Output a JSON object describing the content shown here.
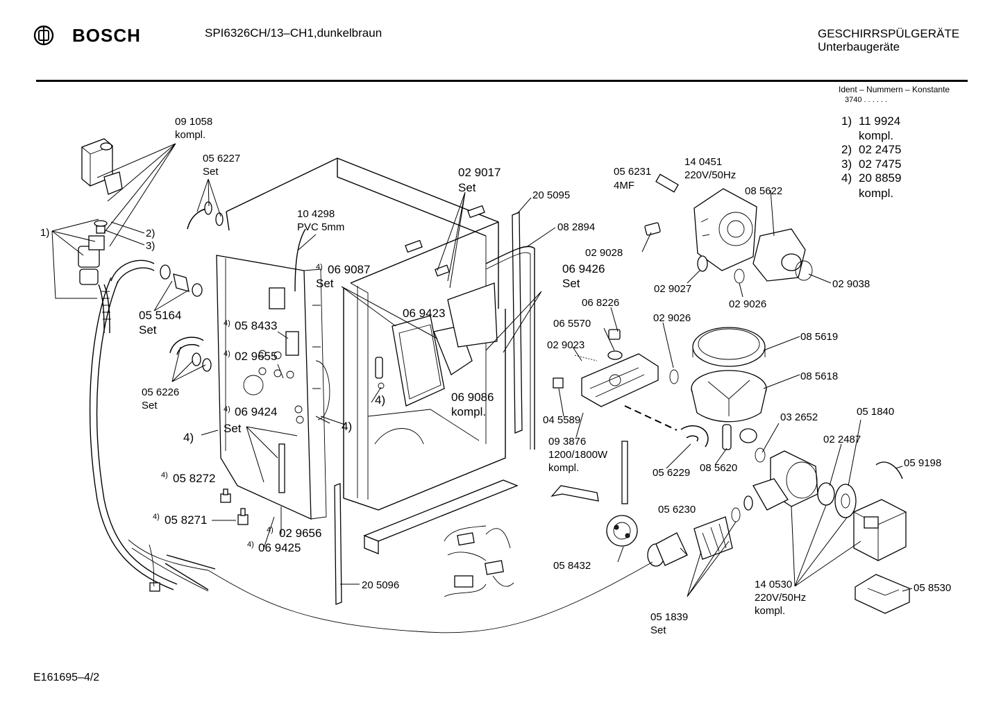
{
  "header": {
    "brand": "BOSCH",
    "model": "SPI6326CH/13–CH1,dunkelbraun",
    "category_main": "GESCHIRRSPÜLGERÄTE",
    "category_sub": "Unterbaugeräte",
    "ident_title": "Ident – Nummern – Konstante",
    "ident_code": "3740 . .   . . . ."
  },
  "footer": {
    "drawing_id": "E161695–4/2"
  },
  "side_list": [
    {
      "n": "1)",
      "num": "11 9924",
      "sub": "kompl."
    },
    {
      "n": "2)",
      "num": "02 2475",
      "sub": ""
    },
    {
      "n": "3)",
      "num": "02 7475",
      "sub": ""
    },
    {
      "n": "4)",
      "num": "20 8859",
      "sub": "kompl."
    }
  ],
  "labels": {
    "p091058": "09 1058",
    "p091058s": "kompl.",
    "p056227": "05 6227",
    "p056227s": "Set",
    "r1": "1)",
    "r2": "2)",
    "r3": "3)",
    "p055164": "05 5164",
    "p055164s": "Set",
    "p056226": "05 6226",
    "p056226s": "Set",
    "p104298": "10 4298",
    "p104298s": "PVC 5mm",
    "p069087": "06 9087",
    "p069087s": "Set",
    "p058433": "05 8433",
    "p029655": "02 9655",
    "p069424": "06 9424",
    "p069424s": "Set",
    "left4": "4)",
    "p058272": "05 8272",
    "p058271": "05 8271",
    "p029656": "02 9656",
    "p069425": "06 9425",
    "p029017": "02 9017",
    "p029017s": "Set",
    "p205095": "20 5095",
    "p082894": "08 2894",
    "p069423": "06 9423",
    "p069426": "06 9426",
    "p069426s": "Set",
    "p069086": "06 9086",
    "p069086s": "kompl.",
    "mid4a": "4)",
    "mid4b": "4)",
    "p205096": "20 5096",
    "p056231": "05 6231",
    "p056231s": "4MF",
    "p140451": "14 0451",
    "p140451s": "220V/50Hz",
    "p085622": "08 5622",
    "p029028": "02 9028",
    "p029027": "02 9027",
    "p029026a": "02 9026",
    "p029038": "02 9038",
    "p068226": "06 8226",
    "p065570": "06 5570",
    "p029023": "02 9023",
    "p029026b": "02 9026",
    "p085619": "08 5619",
    "p085618": "08 5618",
    "p045589": "04 5589",
    "p093876": "09 3876",
    "p093876a": "1200/1800W",
    "p093876b": "kompl.",
    "p032652": "03 2652",
    "p051840": "05 1840",
    "p022487": "02 2487",
    "p059198": "05 9198",
    "p056229": "05 6229",
    "p085620": "08 5620",
    "p056230": "05 6230",
    "p058432": "05 8432",
    "p051839": "05 1839",
    "p051839s": "Set",
    "p140530": "14 0530",
    "p140530a": "220V/50Hz",
    "p140530b": "kompl.",
    "p058530": "05 8530",
    "sup4": "4)"
  }
}
